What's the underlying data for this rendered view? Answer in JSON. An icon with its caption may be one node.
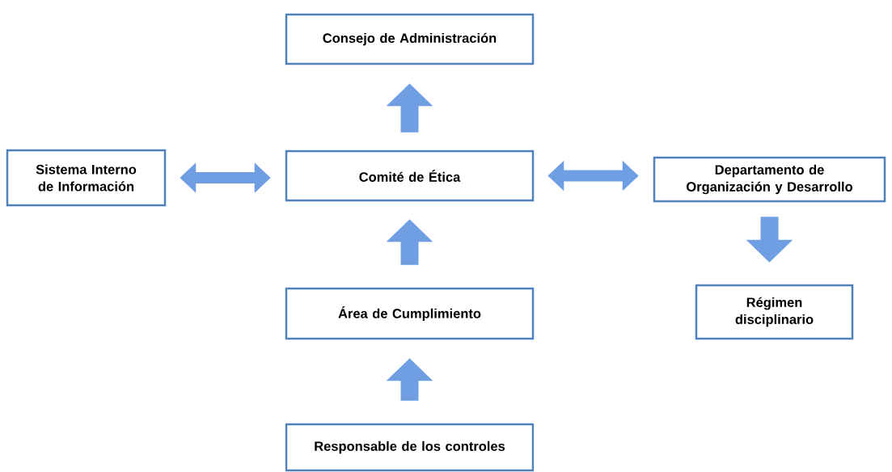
{
  "diagram": {
    "nodes": [
      {
        "text": [
          "Consejo de Administración"
        ]
      },
      {
        "text": [
          "Sistema Interno de Información"
        ]
      },
      {
        "text": [
          "Comité de Ética"
        ]
      },
      {
        "text": [
          "Departamento de Organización y Desarrollo"
        ]
      },
      {
        "text": [
          "Régimen disciplinario"
        ]
      },
      {
        "text": [
          "Área de Cumplimiento"
        ]
      },
      {
        "text": [
          "Responsable de los controles"
        ]
      }
    ],
    "edges": [
      {
        "from": 2,
        "to": 0,
        "arrow": "to"
      },
      {
        "from": 1,
        "to": 2,
        "arrow": "both"
      },
      {
        "from": 2,
        "to": 3,
        "arrow": "both"
      },
      {
        "from": 3,
        "to": 4,
        "arrow": "to"
      },
      {
        "from": 5,
        "to": 2,
        "arrow": "to"
      },
      {
        "from": 6,
        "to": 5,
        "arrow": "to"
      }
    ]
  }
}
